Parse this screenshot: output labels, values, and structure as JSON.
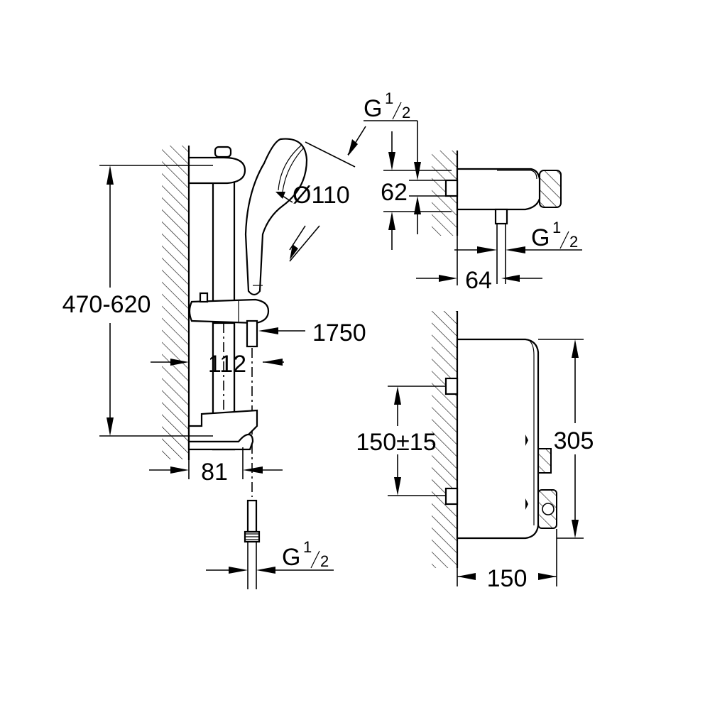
{
  "dimensions": {
    "height_range": "470-620",
    "rail_offset": "112",
    "hose_length": "1750",
    "holder_depth": "81",
    "handshower_diameter": "Ø110",
    "mixer_height": "62",
    "outlet_offset": "64",
    "mixer_inlet_spacing": "150±15",
    "mixer_total_height": "305",
    "mixer_depth": "150"
  },
  "threads": {
    "top": {
      "g": "G",
      "num": "1",
      "den": "2"
    },
    "outlet": {
      "g": "G",
      "num": "1",
      "den": "2"
    },
    "hose": {
      "g": "G",
      "num": "1",
      "den": "2"
    }
  }
}
